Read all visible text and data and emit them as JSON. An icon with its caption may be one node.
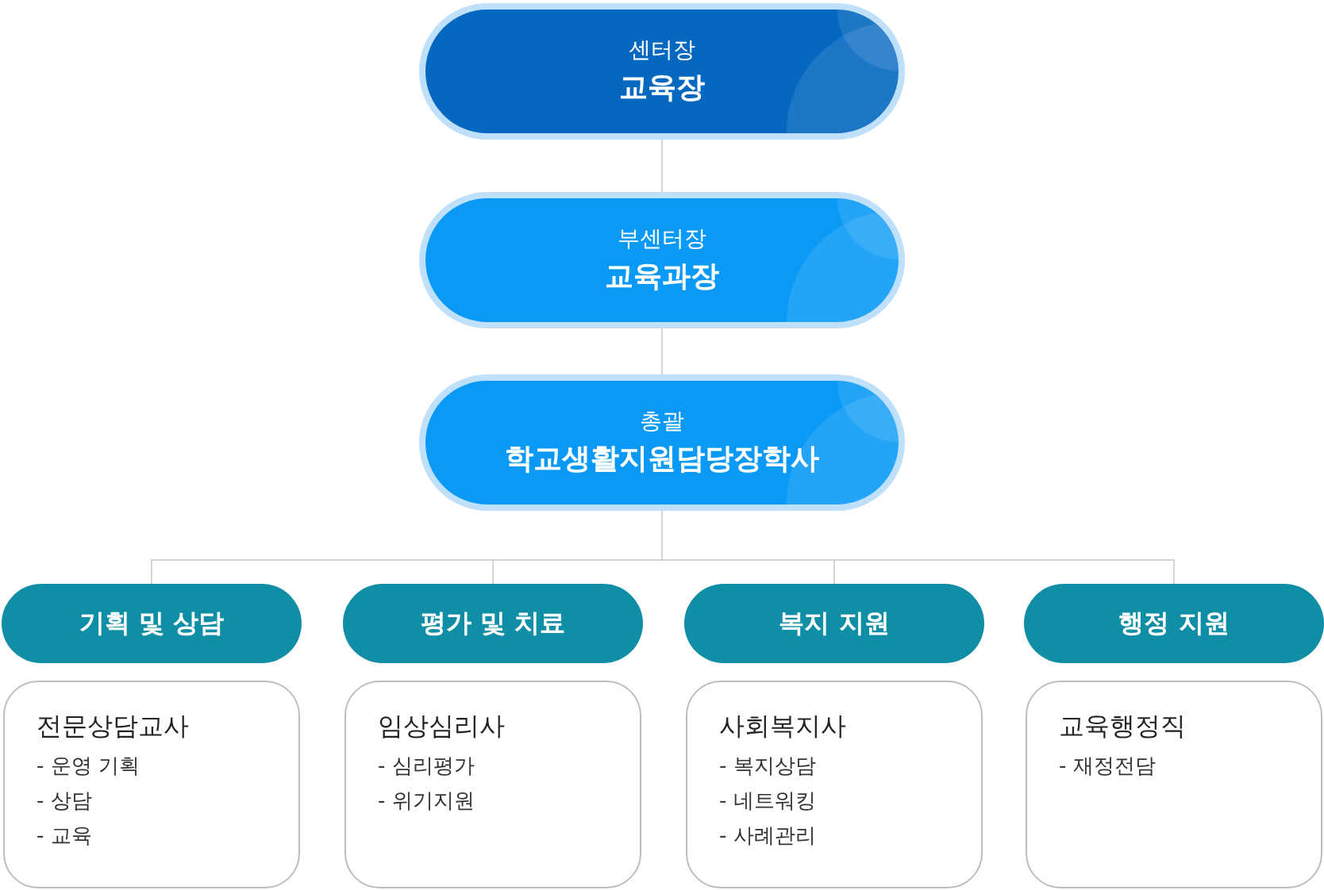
{
  "diagram": {
    "nodes": [
      {
        "text": [
          "센터장",
          "교육장"
        ]
      },
      {
        "text": [
          "부센터장",
          "교육과장"
        ]
      },
      {
        "text": [
          "총괄",
          "학교생활지원담당장학사"
        ]
      },
      {
        "text": [
          "기획 및 상담"
        ]
      },
      {
        "text": [
          "평가 및 치료"
        ]
      },
      {
        "text": [
          "복지 지원"
        ]
      },
      {
        "text": [
          "행정 지원"
        ]
      },
      {
        "text": [
          "전문상담교사",
          "- 운영 기획",
          "- 상담",
          "- 교육"
        ]
      },
      {
        "text": [
          "임상심리사",
          "- 심리평가",
          "- 위기지원"
        ]
      },
      {
        "text": [
          "사회복지사",
          "- 복지상담",
          "- 네트워킹",
          "- 사례관리"
        ]
      },
      {
        "text": [
          "교육행정직",
          "- 재정전담"
        ]
      }
    ],
    "edges": [
      {
        "from": 0,
        "to": 1,
        "arrow": "none"
      },
      {
        "from": 1,
        "to": 2,
        "arrow": "none"
      },
      {
        "from": 2,
        "to": 3,
        "arrow": "none"
      },
      {
        "from": 2,
        "to": 4,
        "arrow": "none"
      },
      {
        "from": 2,
        "to": 5,
        "arrow": "none"
      },
      {
        "from": 2,
        "to": 6,
        "arrow": "none"
      }
    ]
  }
}
